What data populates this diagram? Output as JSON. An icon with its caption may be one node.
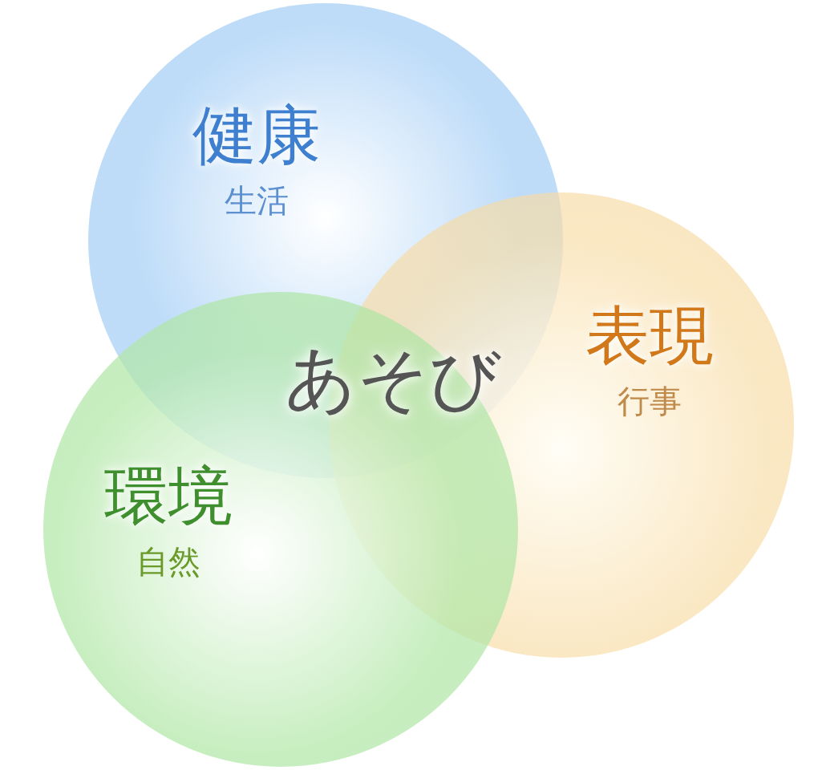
{
  "diagram": {
    "nodes": [
      {
        "text": [
          "健康",
          "生活"
        ]
      },
      {
        "text": [
          "表現",
          "行事"
        ]
      },
      {
        "text": [
          "環境",
          "自然"
        ]
      }
    ],
    "labels": [
      "あそび"
    ]
  }
}
